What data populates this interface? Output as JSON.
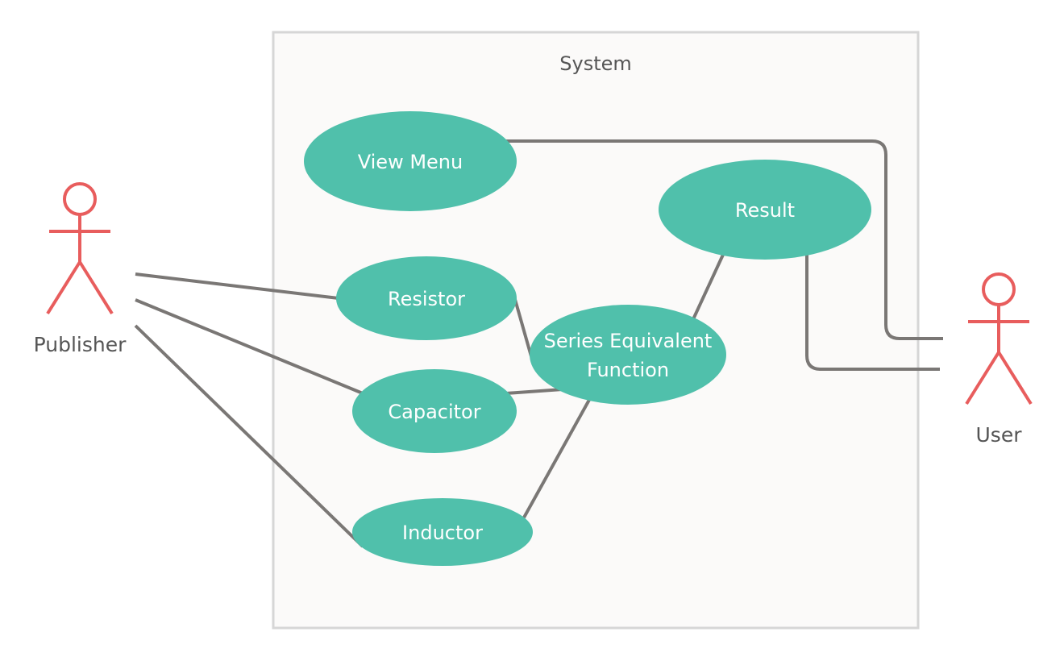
{
  "system": {
    "title": "System"
  },
  "actors": {
    "publisher": "Publisher",
    "user": "User"
  },
  "usecases": {
    "view_menu": "View Menu",
    "result": "Result",
    "resistor": "Resistor",
    "series_line1": "Series Equivalent",
    "series_line2": "Function",
    "capacitor": "Capacitor",
    "inductor": "Inductor"
  },
  "colors": {
    "usecase_fill": "#50c0ab",
    "actor_stroke": "#e85d5d",
    "line": "#7a7775",
    "boundary_fill": "#fbfaf9",
    "boundary_stroke": "#d6d6d6"
  }
}
